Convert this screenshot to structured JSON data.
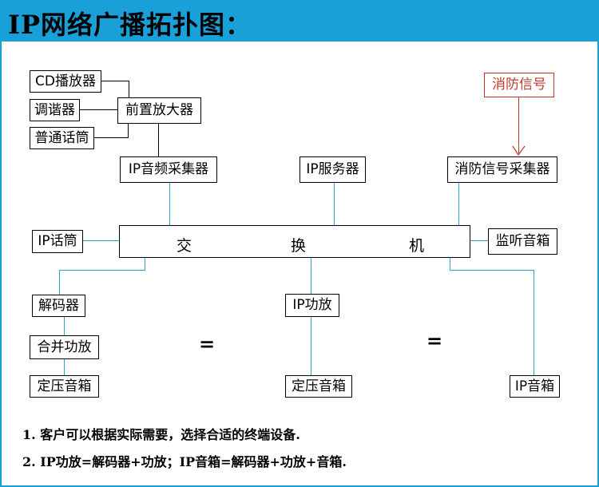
{
  "title": "IP网络广播拓扑图：",
  "nodes": {
    "cd_player": "CD播放器",
    "tuner": "调谐器",
    "mic": "普通话筒",
    "preamp": "前置放大器",
    "fire_signal": "消防信号",
    "ip_audio_collector": "IP音频采集器",
    "ip_server": "IP服务器",
    "fire_collector": "消防信号采集器",
    "ip_mic": "IP话筒",
    "monitor_speaker": "监听音箱",
    "decoder": "解码器",
    "combined_amp": "合并功放",
    "speaker_left": "定压音箱",
    "ip_amp": "IP功放",
    "speaker_mid": "定压音箱",
    "ip_speaker": "IP音箱"
  },
  "switch": {
    "char1": "交",
    "char2": "换",
    "char3": "机"
  },
  "equals": [
    "=",
    "="
  ],
  "notes": [
    "1. 客户可以根据实际需要，选择合适的终端设备.",
    "2. IP功放=解码器+功放；IP音箱=解码器+功放+音箱."
  ],
  "colors": {
    "title_bar": "#1aa0d8",
    "link_lines": "#2aa8cc",
    "fire_signal": "#c0392b"
  }
}
